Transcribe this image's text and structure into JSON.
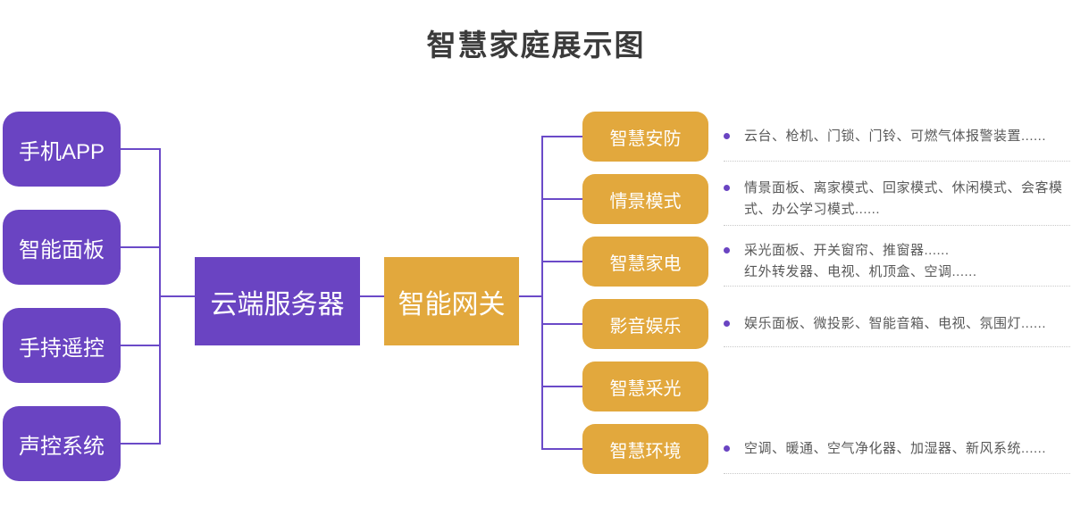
{
  "title": "智慧家庭展示图",
  "colors": {
    "purple_box": "#6A44C2",
    "gold_box": "#E2A83D",
    "connector_line": "#6B4AC8",
    "title_text": "#3B3B3B",
    "description_text": "#595959",
    "divider_dotted": "#C9C9C9",
    "box_label_text": "#FFFFFF"
  },
  "input_nodes": [
    {
      "label": "手机APP"
    },
    {
      "label": "智能面板"
    },
    {
      "label": "手持遥控"
    },
    {
      "label": "声控系统"
    }
  ],
  "hub_nodes": {
    "cloud_server": "云端服务器",
    "gateway": "智能网关"
  },
  "categories": [
    {
      "label": "智慧安防",
      "desc": "云台、枪机、门锁、门铃、可燃气体报警装置......"
    },
    {
      "label": "情景模式",
      "desc": "情景面板、离家模式、回家模式、休闲模式、会客模式、办公学习模式......"
    },
    {
      "label": "智慧家电",
      "desc": "采光面板、开关窗帘、推窗器......",
      "desc2": "红外转发器、电视、机顶盒、空调......"
    },
    {
      "label": "影音娱乐",
      "desc": "娱乐面板、微投影、智能音箱、电视、氛围灯......"
    },
    {
      "label": "智慧采光"
    },
    {
      "label": "智慧环境",
      "desc": "空调、暖通、空气净化器、加湿器、新风系统......"
    }
  ]
}
